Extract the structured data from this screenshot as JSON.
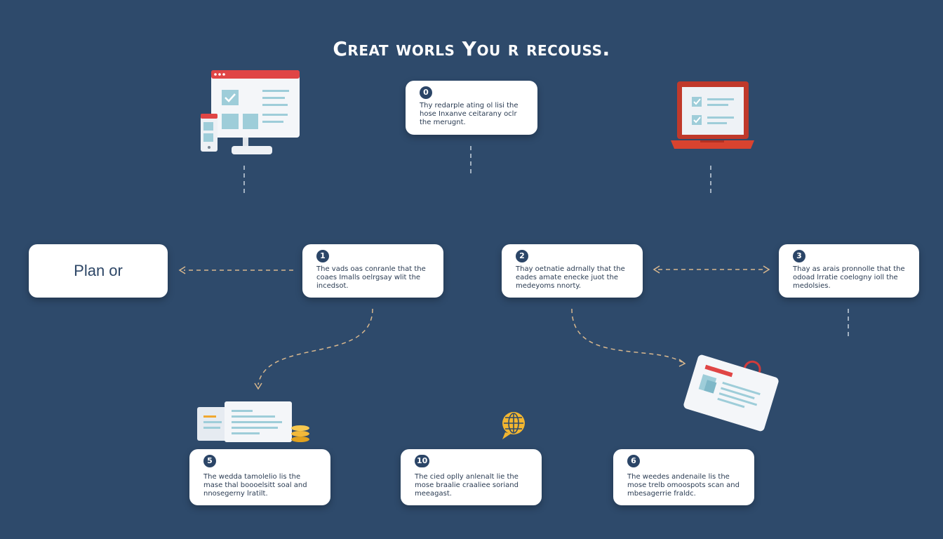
{
  "title": "Creat worls You r recouss.",
  "plan_box": {
    "label": "Plan or"
  },
  "cards": [
    {
      "id": "top",
      "badge": "0",
      "text": "Thy redarple ating ol lisi the hose Inxanve ceitarany oclr the merugnt."
    },
    {
      "id": "step1",
      "badge": "1",
      "text": "The vads oas conranle that the coaes Imalls oelrgsay wlit the incedsot."
    },
    {
      "id": "step2",
      "badge": "2",
      "text": "Thay oetnatie adrnally that the eades amate enecke juot the medeyoms nnorty."
    },
    {
      "id": "step3",
      "badge": "3",
      "text": "Thay as arais pronnolle that the odoad lrratie coelogny ioll the medolsies."
    },
    {
      "id": "step5",
      "badge": "5",
      "text": "The wedda tamolelio lis the mase thal boooelsitt soal and nnosegerny lratilt."
    },
    {
      "id": "step10",
      "badge": "10",
      "text": "The cied oplly anlenalt lie the mose braalie craaliee soriand meeagast."
    },
    {
      "id": "step6",
      "badge": "6",
      "text": "The weedes andenaile lis the mose trelb omoospots scan and mbesagerrie fraldc."
    }
  ],
  "icons": [
    "desktop-and-phone-icon",
    "laptop-checklist-icon",
    "documents-and-coins-icon",
    "globe-chat-icon",
    "tilted-document-card-icon"
  ],
  "colors": {
    "background": "#2e4a6b",
    "card": "#ffffff",
    "accent_red": "#e04545",
    "connector": "#d9b88e",
    "badge": "#2b4567"
  }
}
